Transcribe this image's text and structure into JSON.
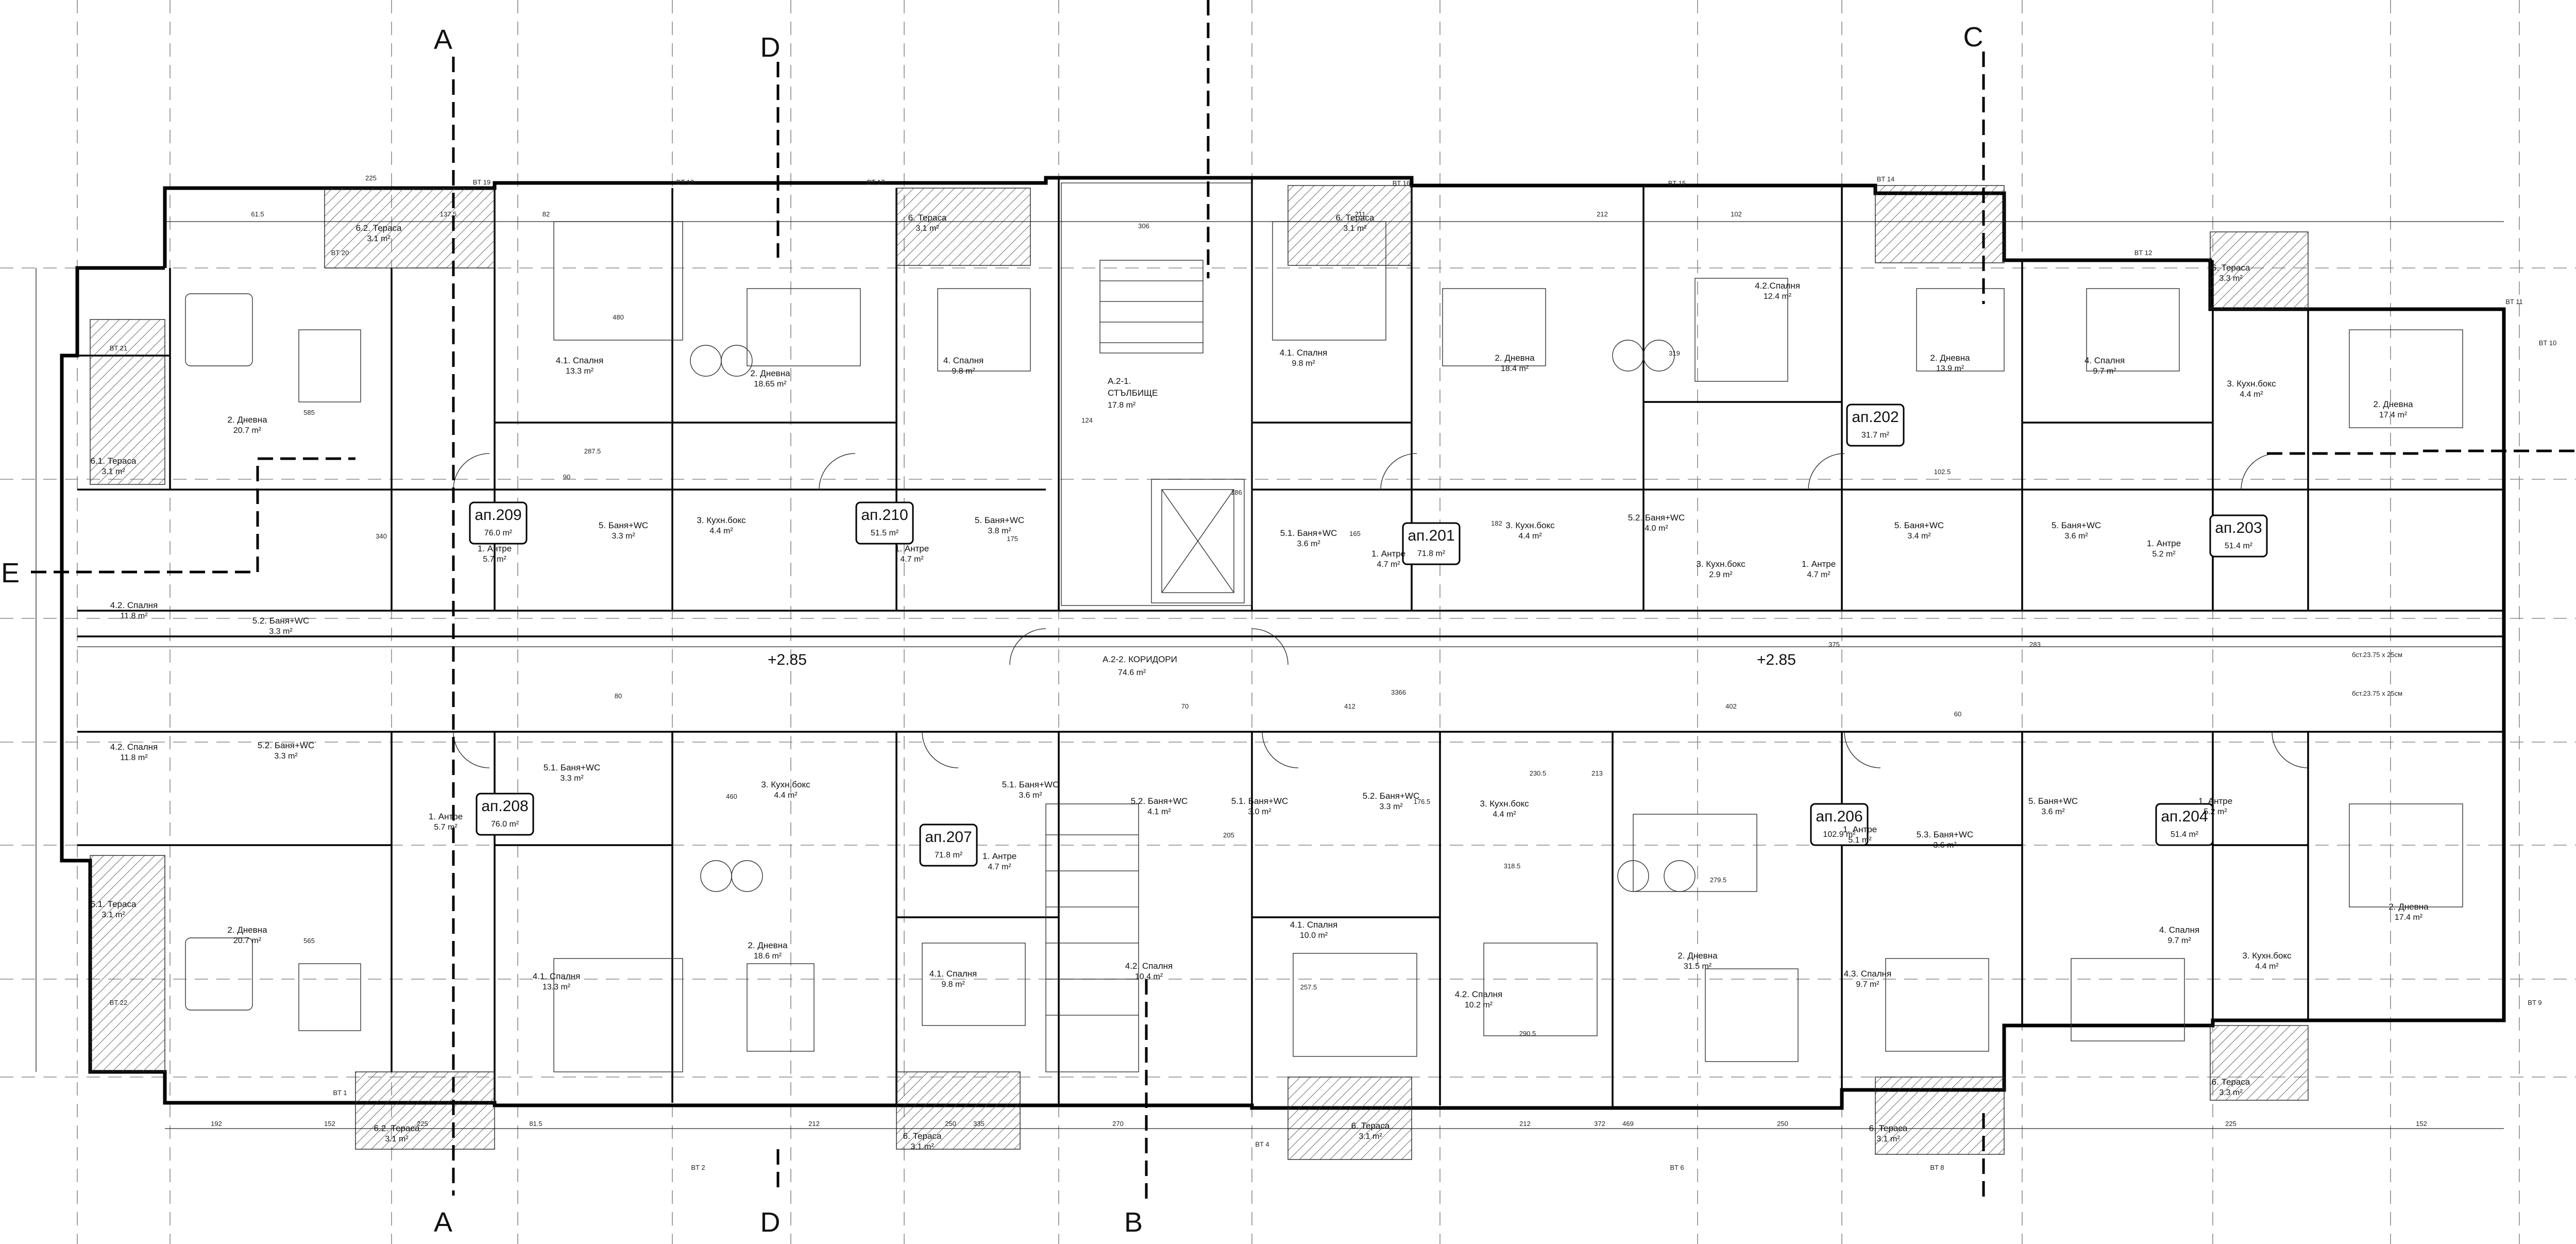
{
  "sections": [
    "A",
    "D",
    "C",
    "E",
    "B"
  ],
  "levels": [
    "+2.85",
    "+2.85"
  ],
  "common": {
    "stair": {
      "code": "A.2-1.",
      "name": "СТЪЛБИЩЕ",
      "area": "17.8 m²"
    },
    "corridor": {
      "code": "A.2-2. КОРИДОРИ",
      "area": "74.6 m²"
    }
  },
  "apartments": [
    {
      "label": "ап.209",
      "area": "76.0 m²"
    },
    {
      "label": "ап.210",
      "area": "51.5 m²"
    },
    {
      "label": "ап.201",
      "area": "71.8 m²"
    },
    {
      "label": "ап.202",
      "area": "31.7 m²"
    },
    {
      "label": "ап.203",
      "area": "51.4 m²"
    },
    {
      "label": "ап.208",
      "area": "76.0 m²"
    },
    {
      "label": "ап.207",
      "area": "71.8 m²"
    },
    {
      "label": "ап.206",
      "area": "102.9 m²"
    },
    {
      "label": "ап.204",
      "area": "51.4 m²"
    }
  ],
  "rooms": [
    {
      "name": "6.2. Тераса",
      "area": "3.1 m²"
    },
    {
      "name": "4.1. Спалня",
      "area": "13.3 m²"
    },
    {
      "name": "2. Дневна",
      "area": "18.65 m²"
    },
    {
      "name": "6. Тераса",
      "area": "3.1 m²"
    },
    {
      "name": "4. Спалня",
      "area": "9.8 m²"
    },
    {
      "name": "4.1. Спалня",
      "area": "9.8 m²"
    },
    {
      "name": "2. Дневна",
      "area": "18.4 m²"
    },
    {
      "name": "6. Тераса",
      "area": "3.1 m²"
    },
    {
      "name": "4.2.Спалня",
      "area": "12.4 m²"
    },
    {
      "name": "2. Дневна",
      "area": "13.9 m²"
    },
    {
      "name": "4. Спалня",
      "area": "9.7 m²"
    },
    {
      "name": "6. Тераса",
      "area": "3.3 m²"
    },
    {
      "name": "2. Дневна",
      "area": "20.7 m²"
    },
    {
      "name": "6.1. Тераса",
      "area": "3.1 m²"
    },
    {
      "name": "3. Кухн.бокс",
      "area": "4.4 m²"
    },
    {
      "name": "1. Антре",
      "area": "5.7 m²"
    },
    {
      "name": "5. Баня+WC",
      "area": "3.3 m²"
    },
    {
      "name": "1. Антре",
      "area": "4.7 m²"
    },
    {
      "name": "5. Баня+WC",
      "area": "3.8 m²"
    },
    {
      "name": "5.1. Баня+WC",
      "area": "3.6 m²"
    },
    {
      "name": "1. Антре",
      "area": "4.7 m²"
    },
    {
      "name": "3. Кухн.бокс",
      "area": "4.4 m²"
    },
    {
      "name": "5.2. Баня+WC",
      "area": "4.0 m²"
    },
    {
      "name": "3. Кухн.бокс",
      "area": "2.9 m²"
    },
    {
      "name": "1. Антре",
      "area": "4.7 m²"
    },
    {
      "name": "5. Баня+WC",
      "area": "3.4 m²"
    },
    {
      "name": "5. Баня+WC",
      "area": "3.6 m²"
    },
    {
      "name": "1. Антре",
      "area": "5.2 m²"
    },
    {
      "name": "3. Кухн.бокс",
      "area": "4.4 m²"
    },
    {
      "name": "2. Дневна",
      "area": "17.4 m²"
    },
    {
      "name": "4.2. Спалня",
      "area": "11.8 m²"
    },
    {
      "name": "5.2. Баня+WC",
      "area": "3.3 m²"
    },
    {
      "name": "4.2. Спалня",
      "area": "11.8 m²"
    },
    {
      "name": "5.2. Баня+WC",
      "area": "3.3 m²"
    },
    {
      "name": "5.1. Баня+WC",
      "area": "3.3 m²"
    },
    {
      "name": "1. Антре",
      "area": "5.7 m²"
    },
    {
      "name": "3. Кухн.бокс",
      "area": "4.4 m²"
    },
    {
      "name": "1. Антре",
      "area": "4.7 m²"
    },
    {
      "name": "5.1. Баня+WC",
      "area": "3.6 m²"
    },
    {
      "name": "5.2. Баня+WC",
      "area": "4.1 m²"
    },
    {
      "name": "5.1. Баня+WC",
      "area": "3.0 m²"
    },
    {
      "name": "5.2. Баня+WC",
      "area": "3.3 m²"
    },
    {
      "name": "3. Кухн.бокс",
      "area": "4.4 m²"
    },
    {
      "name": "1. Антре",
      "area": "5.1 m²"
    },
    {
      "name": "5.3. Баня+WC",
      "area": "3.6 m²"
    },
    {
      "name": "5. Баня+WC",
      "area": "3.6 m²"
    },
    {
      "name": "1. Антре",
      "area": "5.2 m²"
    },
    {
      "name": "2. Дневна",
      "area": "20.7 m²"
    },
    {
      "name": "4.1. Спалня",
      "area": "13.3 m²"
    },
    {
      "name": "2. Дневна",
      "area": "18.6 m²"
    },
    {
      "name": "4.1. Спалня",
      "area": "9.8 m²"
    },
    {
      "name": "4.2. Спалня",
      "area": "10.4 m²"
    },
    {
      "name": "4.1. Спалня",
      "area": "10.0 m²"
    },
    {
      "name": "4.2. Спалня",
      "area": "10.2 m²"
    },
    {
      "name": "2. Дневна",
      "area": "31.5 m²"
    },
    {
      "name": "4.3. Спалня",
      "area": "9.7 m²"
    },
    {
      "name": "4. Спалня",
      "area": "9.7 m²"
    },
    {
      "name": "2. Дневна",
      "area": "17.4 m²"
    },
    {
      "name": "3. Кухн.бокс",
      "area": "4.4 m²"
    },
    {
      "name": "6.1. Тераса",
      "area": "3.1 m²"
    },
    {
      "name": "6.2. Тераса",
      "area": "3.1 m²"
    },
    {
      "name": "6. Тераса",
      "area": "3.1 m²"
    },
    {
      "name": "6. Тераса",
      "area": "3.1 m²"
    },
    {
      "name": "6. Тераса",
      "area": "3.1 m²"
    },
    {
      "name": "6. Тераса",
      "area": "3.3 m²"
    }
  ],
  "shafts": [
    "бст.23.75 x 25см",
    "бст.23.75 x 25см"
  ],
  "axis_tags": [
    "BT 19",
    "BT 18",
    "BT 17",
    "BT 16",
    "BT 15",
    "BT 14",
    "BT 12",
    "BT 11",
    "BT 10",
    "BT 20",
    "BT 21",
    "BT 22",
    "BT 1",
    "BT 2",
    "BT 4",
    "BT 6",
    "BT 8",
    "BT 9"
  ],
  "dims": {
    "total": "3366",
    "top": [
      "61.5",
      "225",
      "137.5",
      "82",
      "306",
      "211",
      "212",
      "102",
      "283",
      "375",
      "412",
      "402",
      "230.5",
      "213"
    ],
    "bottom": [
      "192",
      "152",
      "225",
      "81.5",
      "212",
      "250",
      "270",
      "335",
      "469",
      "372",
      "212",
      "250",
      "225",
      "152"
    ],
    "misc": [
      "585",
      "565",
      "480",
      "460",
      "340",
      "287.5",
      "257.5",
      "182",
      "175",
      "176.5",
      "319",
      "102.5",
      "318.5",
      "290.5",
      "279.5",
      "186",
      "165",
      "205",
      "124",
      "90",
      "80",
      "70",
      "60"
    ]
  }
}
